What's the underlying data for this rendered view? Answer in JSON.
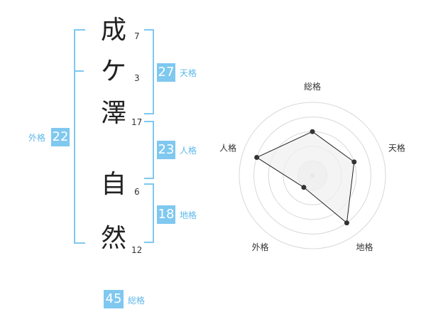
{
  "name": {
    "chars": [
      {
        "char": "成",
        "strokes": "7"
      },
      {
        "char": "ケ",
        "strokes": "3"
      },
      {
        "char": "澤",
        "strokes": "17"
      },
      {
        "char": "自",
        "strokes": "6"
      },
      {
        "char": "然",
        "strokes": "12"
      }
    ]
  },
  "grades": {
    "tenkaku": {
      "value": "27",
      "label": "天格"
    },
    "jinkaku": {
      "value": "23",
      "label": "人格"
    },
    "chikaku": {
      "value": "18",
      "label": "地格"
    },
    "gaikaku": {
      "value": "22",
      "label": "外格"
    },
    "soukaku": {
      "value": "45",
      "label": "総格"
    }
  },
  "colors": {
    "accent": "#7fc8f0",
    "label": "#5eb8ea",
    "radar_fill": "#f0f0f0",
    "radar_line": "#222222"
  },
  "chart_data": {
    "type": "radar",
    "axes": [
      "総格",
      "天格",
      "地格",
      "外格",
      "人格"
    ],
    "max": 5,
    "values": [
      3,
      3,
      4,
      1,
      4
    ]
  }
}
